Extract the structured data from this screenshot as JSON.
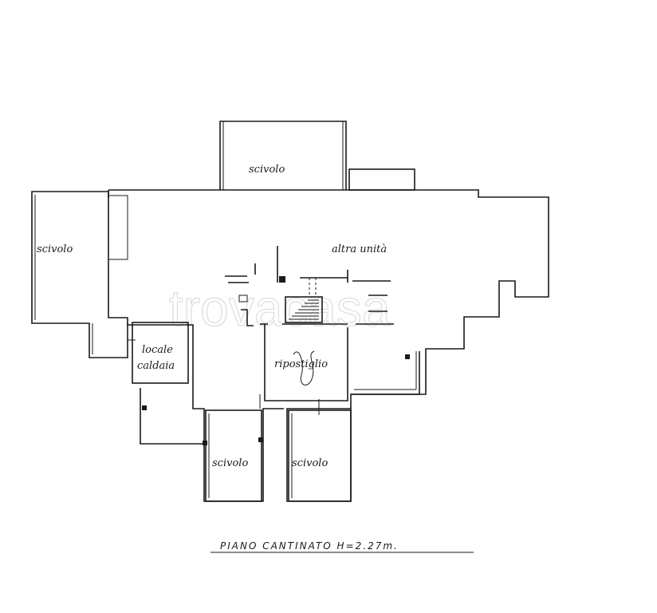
{
  "plan": {
    "title": "PIANO CANTINATO H=2.27m.",
    "rooms": {
      "ramp_top": "scivolo",
      "ramp_left": "scivolo",
      "other_unit": "altra unità",
      "boiler_line1": "locale",
      "boiler_line2": "caldaia",
      "storage": "ripostiglio",
      "ramp_bottom_left": "scivolo",
      "ramp_bottom_right": "scivolo"
    }
  },
  "watermark": {
    "text": "trovacasa"
  }
}
